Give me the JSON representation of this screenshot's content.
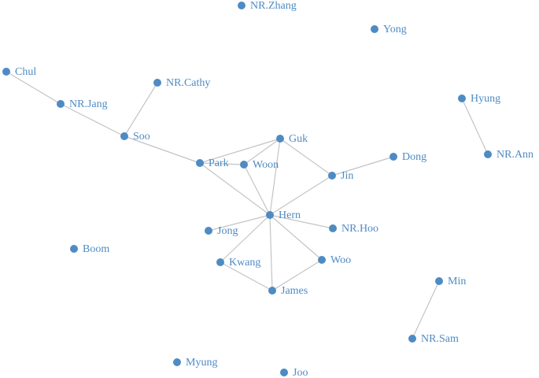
{
  "graph": {
    "node_color": "#4e8bc4",
    "edge_color": "#c4c4c4",
    "nodes": [
      {
        "id": "NR.Zhang",
        "label": "NR.Zhang"
      },
      {
        "id": "Yong",
        "label": "Yong"
      },
      {
        "id": "Chul",
        "label": "Chul"
      },
      {
        "id": "NR.Cathy",
        "label": "NR.Cathy"
      },
      {
        "id": "NR.Jang",
        "label": "NR.Jang"
      },
      {
        "id": "Hyung",
        "label": "Hyung"
      },
      {
        "id": "Soo",
        "label": "Soo"
      },
      {
        "id": "Guk",
        "label": "Guk"
      },
      {
        "id": "Park",
        "label": "Park"
      },
      {
        "id": "Woon",
        "label": "Woon"
      },
      {
        "id": "Dong",
        "label": "Dong"
      },
      {
        "id": "NR.Ann",
        "label": "NR.Ann"
      },
      {
        "id": "Jin",
        "label": "Jin"
      },
      {
        "id": "Hern",
        "label": "Hern"
      },
      {
        "id": "Jong",
        "label": "Jong"
      },
      {
        "id": "NR.Hoo",
        "label": "NR.Hoo"
      },
      {
        "id": "Boom",
        "label": "Boom"
      },
      {
        "id": "Kwang",
        "label": "Kwang"
      },
      {
        "id": "Woo",
        "label": "Woo"
      },
      {
        "id": "Min",
        "label": "Min"
      },
      {
        "id": "James",
        "label": "James"
      },
      {
        "id": "NR.Sam",
        "label": "NR.Sam"
      },
      {
        "id": "Myung",
        "label": "Myung"
      },
      {
        "id": "Joo",
        "label": "Joo"
      }
    ],
    "edges": [
      [
        "Chul",
        "NR.Jang"
      ],
      [
        "NR.Jang",
        "Soo"
      ],
      [
        "NR.Cathy",
        "Soo"
      ],
      [
        "Soo",
        "Park"
      ],
      [
        "Park",
        "Guk"
      ],
      [
        "Park",
        "Woon"
      ],
      [
        "Park",
        "Hern"
      ],
      [
        "Woon",
        "Guk"
      ],
      [
        "Woon",
        "Hern"
      ],
      [
        "Guk",
        "Hern"
      ],
      [
        "Guk",
        "Jin"
      ],
      [
        "Jin",
        "Dong"
      ],
      [
        "Jin",
        "Hern"
      ],
      [
        "Hern",
        "Jong"
      ],
      [
        "Hern",
        "NR.Hoo"
      ],
      [
        "Hern",
        "Kwang"
      ],
      [
        "Hern",
        "Woo"
      ],
      [
        "Hern",
        "James"
      ],
      [
        "Kwang",
        "James"
      ],
      [
        "Woo",
        "James"
      ],
      [
        "Hyung",
        "NR.Ann"
      ],
      [
        "Min",
        "NR.Sam"
      ]
    ]
  }
}
